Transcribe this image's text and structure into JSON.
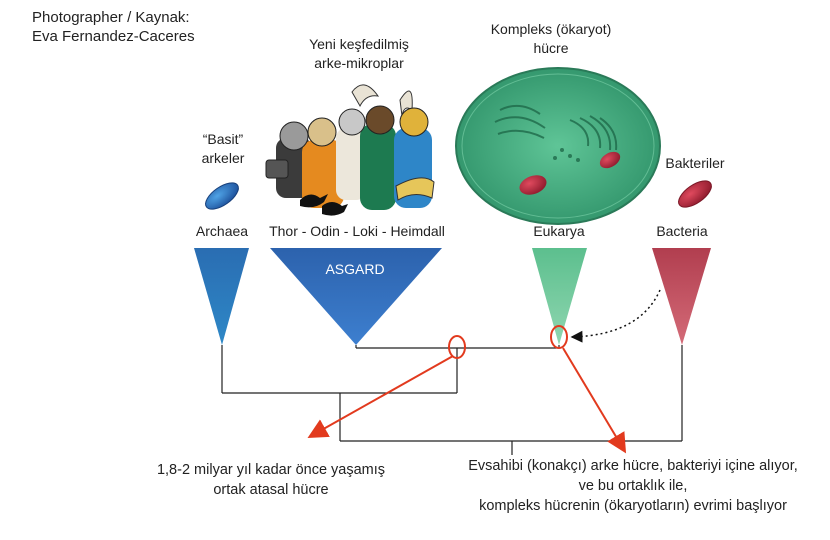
{
  "credit": {
    "line1": "Photographer / Kaynak:",
    "line2": "Eva Fernandez-Caceres"
  },
  "groups": {
    "asgard_caption_1": "Yeni keşfedilmiş",
    "asgard_caption_2": "arke-mikroplar",
    "complex_caption_1": "Kompleks (ökaryot)",
    "complex_caption_2": "hücre",
    "simple_caption_1": "“Basit”",
    "simple_caption_2": "arkeler",
    "bacteria_caption": "Bakteriler"
  },
  "domains": {
    "archaea": "Archaea",
    "asgard": "Thor - Odin - Loki - Heimdall",
    "eukarya": "Eukarya",
    "bacteria": "Bacteria"
  },
  "asgard_label": "ASGARD",
  "annotations": {
    "ancestor_1": "1,8-2 milyar yıl kadar önce yaşamış",
    "ancestor_2": "ortak atasal hücre",
    "host_1": "Evsahibi (konakçı) arke hücre, bakteriyi içine alıyor,",
    "host_2": "ve bu ortaklık ile,",
    "host_3": "kompleks hücrenin (ökaryotların) evrimi başlıyor"
  },
  "colors": {
    "archaea": "#2f6fb0",
    "asgard": "#2b64b0",
    "eukarya": "#6cc79a",
    "bacteria": "#c04a5a",
    "highlight": "#e23a1e",
    "cell": "#3aa57a"
  }
}
